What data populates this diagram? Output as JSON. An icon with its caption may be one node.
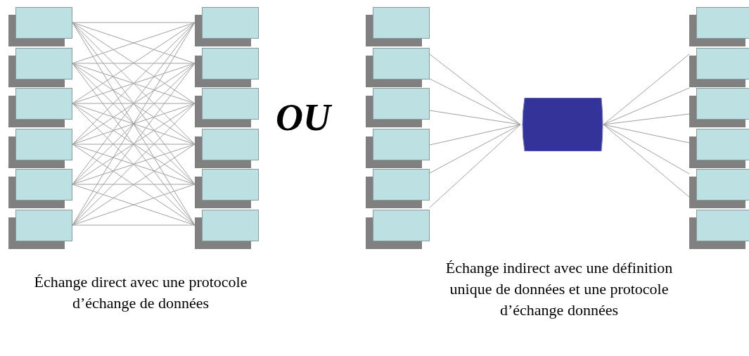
{
  "diagram": {
    "nodes": [
      {
        "text": [],
        "shape": "box"
      },
      {
        "text": [],
        "shape": "box"
      },
      {
        "text": [],
        "shape": "box"
      },
      {
        "text": [],
        "shape": "box"
      },
      {
        "text": [],
        "shape": "box"
      },
      {
        "text": [],
        "shape": "box"
      },
      {
        "text": [],
        "shape": "box"
      },
      {
        "text": [],
        "shape": "box"
      },
      {
        "text": [],
        "shape": "box"
      },
      {
        "text": [],
        "shape": "box"
      },
      {
        "text": [],
        "shape": "box"
      },
      {
        "text": [],
        "shape": "box"
      },
      {
        "text": [],
        "shape": "box"
      },
      {
        "text": [],
        "shape": "box"
      },
      {
        "text": [],
        "shape": "box"
      },
      {
        "text": [],
        "shape": "box"
      },
      {
        "text": [],
        "shape": "box"
      },
      {
        "text": [],
        "shape": "box"
      },
      {
        "text": [],
        "shape": "cylinder"
      },
      {
        "text": [],
        "shape": "box"
      },
      {
        "text": [],
        "shape": "box"
      },
      {
        "text": [],
        "shape": "box"
      },
      {
        "text": [],
        "shape": "box"
      },
      {
        "text": [],
        "shape": "box"
      },
      {
        "text": [],
        "shape": "box"
      }
    ],
    "edges": [
      {
        "from": 0,
        "to": 6,
        "arrow": "none"
      },
      {
        "from": 0,
        "to": 7,
        "arrow": "none"
      },
      {
        "from": 0,
        "to": 8,
        "arrow": "none"
      },
      {
        "from": 0,
        "to": 9,
        "arrow": "none"
      },
      {
        "from": 0,
        "to": 10,
        "arrow": "none"
      },
      {
        "from": 0,
        "to": 11,
        "arrow": "none"
      },
      {
        "from": 1,
        "to": 6,
        "arrow": "none"
      },
      {
        "from": 1,
        "to": 7,
        "arrow": "none"
      },
      {
        "from": 1,
        "to": 8,
        "arrow": "none"
      },
      {
        "from": 1,
        "to": 9,
        "arrow": "none"
      },
      {
        "from": 1,
        "to": 10,
        "arrow": "none"
      },
      {
        "from": 1,
        "to": 11,
        "arrow": "none"
      },
      {
        "from": 2,
        "to": 6,
        "arrow": "none"
      },
      {
        "from": 2,
        "to": 7,
        "arrow": "none"
      },
      {
        "from": 2,
        "to": 8,
        "arrow": "none"
      },
      {
        "from": 2,
        "to": 9,
        "arrow": "none"
      },
      {
        "from": 2,
        "to": 10,
        "arrow": "none"
      },
      {
        "from": 2,
        "to": 11,
        "arrow": "none"
      },
      {
        "from": 3,
        "to": 6,
        "arrow": "none"
      },
      {
        "from": 3,
        "to": 7,
        "arrow": "none"
      },
      {
        "from": 3,
        "to": 8,
        "arrow": "none"
      },
      {
        "from": 3,
        "to": 9,
        "arrow": "none"
      },
      {
        "from": 3,
        "to": 10,
        "arrow": "none"
      },
      {
        "from": 3,
        "to": 11,
        "arrow": "none"
      },
      {
        "from": 4,
        "to": 6,
        "arrow": "none"
      },
      {
        "from": 4,
        "to": 7,
        "arrow": "none"
      },
      {
        "from": 4,
        "to": 8,
        "arrow": "none"
      },
      {
        "from": 4,
        "to": 9,
        "arrow": "none"
      },
      {
        "from": 4,
        "to": 10,
        "arrow": "none"
      },
      {
        "from": 4,
        "to": 11,
        "arrow": "none"
      },
      {
        "from": 5,
        "to": 6,
        "arrow": "none"
      },
      {
        "from": 5,
        "to": 7,
        "arrow": "none"
      },
      {
        "from": 5,
        "to": 8,
        "arrow": "none"
      },
      {
        "from": 5,
        "to": 9,
        "arrow": "none"
      },
      {
        "from": 5,
        "to": 10,
        "arrow": "none"
      },
      {
        "from": 5,
        "to": 11,
        "arrow": "none"
      },
      {
        "from": 13,
        "to": 18,
        "arrow": "none"
      },
      {
        "from": 13,
        "to": 18,
        "arrow": "none"
      },
      {
        "from": 14,
        "to": 18,
        "arrow": "none"
      },
      {
        "from": 15,
        "to": 18,
        "arrow": "none"
      },
      {
        "from": 16,
        "to": 18,
        "arrow": "none"
      },
      {
        "from": 16,
        "to": 18,
        "arrow": "none"
      },
      {
        "from": 18,
        "to": 20,
        "arrow": "none"
      },
      {
        "from": 18,
        "to": 21,
        "arrow": "none"
      },
      {
        "from": 18,
        "to": 21,
        "arrow": "none"
      },
      {
        "from": 18,
        "to": 22,
        "arrow": "none"
      },
      {
        "from": 18,
        "to": 23,
        "arrow": "none"
      },
      {
        "from": 18,
        "to": 23,
        "arrow": "none"
      }
    ],
    "labels": [
      "OU",
      "Échange direct avec une protocole d’échange de données",
      "Échange indirect avec une définition unique de données et une protocole d’échange données"
    ]
  }
}
